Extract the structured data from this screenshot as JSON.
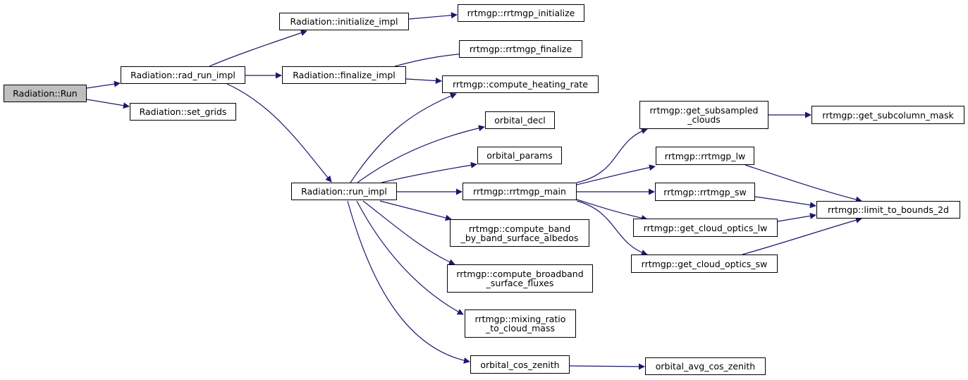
{
  "graph": {
    "colors": {
      "edge": "#191970",
      "root_fill": "#bfbfbf",
      "node_fill": "#ffffff",
      "border": "#000000"
    },
    "nodes": {
      "run": {
        "lines": [
          "Radiation::Run"
        ]
      },
      "rad_run_impl": {
        "lines": [
          "Radiation::rad_run_impl"
        ]
      },
      "set_grids": {
        "lines": [
          "Radiation::set_grids"
        ]
      },
      "initialize_impl": {
        "lines": [
          "Radiation::initialize_impl"
        ]
      },
      "finalize_impl": {
        "lines": [
          "Radiation::finalize_impl"
        ]
      },
      "run_impl": {
        "lines": [
          "Radiation::run_impl"
        ]
      },
      "rrtmgp_initialize": {
        "lines": [
          "rrtmgp::rrtmgp_initialize"
        ]
      },
      "rrtmgp_finalize": {
        "lines": [
          "rrtmgp::rrtmgp_finalize"
        ]
      },
      "compute_heating_rate": {
        "lines": [
          "rrtmgp::compute_heating_rate"
        ]
      },
      "orbital_decl": {
        "lines": [
          "orbital_decl"
        ]
      },
      "orbital_params": {
        "lines": [
          "orbital_params"
        ]
      },
      "rrtmgp_main": {
        "lines": [
          "rrtmgp::rrtmgp_main"
        ]
      },
      "compute_band": {
        "lines": [
          "rrtmgp::compute_band",
          "_by_band_surface_albedos"
        ]
      },
      "compute_broadband": {
        "lines": [
          "rrtmgp::compute_broadband",
          "_surface_fluxes"
        ]
      },
      "mixing_ratio": {
        "lines": [
          "rrtmgp::mixing_ratio",
          "_to_cloud_mass"
        ]
      },
      "orbital_cos_zenith": {
        "lines": [
          "orbital_cos_zenith"
        ]
      },
      "orbital_avg_cos_zenith": {
        "lines": [
          "orbital_avg_cos_zenith"
        ]
      },
      "get_subsampled_clouds": {
        "lines": [
          "rrtmgp::get_subsampled",
          "_clouds"
        ]
      },
      "get_subcolumn_mask": {
        "lines": [
          "rrtmgp::get_subcolumn_mask"
        ]
      },
      "rrtmgp_lw": {
        "lines": [
          "rrtmgp::rrtmgp_lw"
        ]
      },
      "rrtmgp_sw": {
        "lines": [
          "rrtmgp::rrtmgp_sw"
        ]
      },
      "get_cloud_optics_lw": {
        "lines": [
          "rrtmgp::get_cloud_optics_lw"
        ]
      },
      "get_cloud_optics_sw": {
        "lines": [
          "rrtmgp::get_cloud_optics_sw"
        ]
      },
      "limit_to_bounds_2d": {
        "lines": [
          "rrtmgp::limit_to_bounds_2d"
        ]
      }
    },
    "edges": [
      [
        "run",
        "rad_run_impl"
      ],
      [
        "run",
        "set_grids"
      ],
      [
        "rad_run_impl",
        "initialize_impl"
      ],
      [
        "rad_run_impl",
        "finalize_impl"
      ],
      [
        "rad_run_impl",
        "run_impl"
      ],
      [
        "initialize_impl",
        "rrtmgp_initialize"
      ],
      [
        "finalize_impl",
        "rrtmgp_finalize"
      ],
      [
        "finalize_impl",
        "compute_heating_rate"
      ],
      [
        "run_impl",
        "compute_heating_rate"
      ],
      [
        "run_impl",
        "orbital_decl"
      ],
      [
        "run_impl",
        "orbital_params"
      ],
      [
        "run_impl",
        "rrtmgp_main"
      ],
      [
        "run_impl",
        "compute_band"
      ],
      [
        "run_impl",
        "compute_broadband"
      ],
      [
        "run_impl",
        "mixing_ratio"
      ],
      [
        "run_impl",
        "orbital_cos_zenith"
      ],
      [
        "orbital_cos_zenith",
        "orbital_avg_cos_zenith"
      ],
      [
        "rrtmgp_main",
        "get_subsampled_clouds"
      ],
      [
        "rrtmgp_main",
        "rrtmgp_lw"
      ],
      [
        "rrtmgp_main",
        "rrtmgp_sw"
      ],
      [
        "rrtmgp_main",
        "get_cloud_optics_lw"
      ],
      [
        "rrtmgp_main",
        "get_cloud_optics_sw"
      ],
      [
        "get_subsampled_clouds",
        "get_subcolumn_mask"
      ],
      [
        "rrtmgp_lw",
        "limit_to_bounds_2d"
      ],
      [
        "rrtmgp_sw",
        "limit_to_bounds_2d"
      ],
      [
        "get_cloud_optics_lw",
        "limit_to_bounds_2d"
      ],
      [
        "get_cloud_optics_sw",
        "limit_to_bounds_2d"
      ]
    ]
  }
}
